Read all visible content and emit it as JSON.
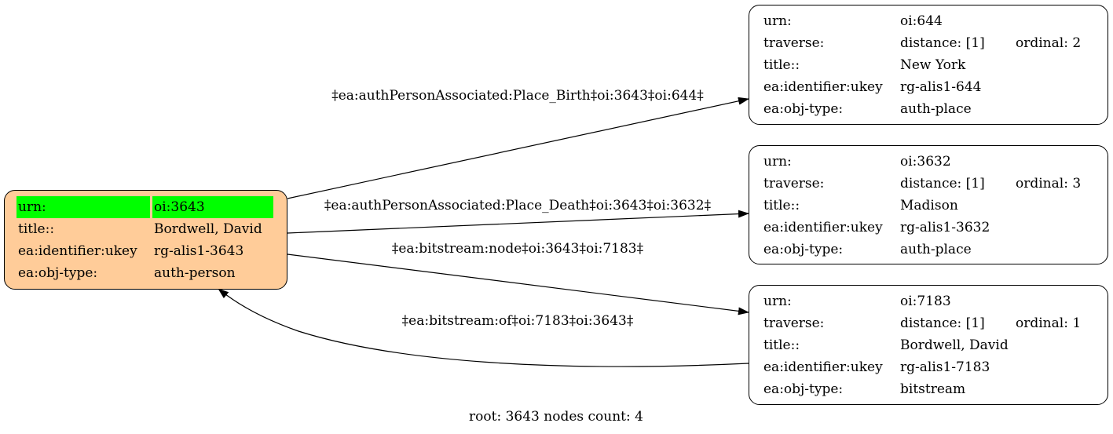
{
  "root_node": {
    "rows": [
      {
        "key": "urn:",
        "value": "oi:3643"
      },
      {
        "key": "title::",
        "value": "Bordwell, David"
      },
      {
        "key": "ea:identifier:ukey",
        "value": "rg-alis1-3643"
      },
      {
        "key": "ea:obj-type:",
        "value": "auth-person"
      }
    ],
    "fill": "#ffcc99",
    "highlight": "#00ff00"
  },
  "nodes": [
    {
      "urn_key": "urn:",
      "urn": "oi:644",
      "traverse_key": "traverse:",
      "distance": "distance: [1]",
      "ordinal": "ordinal: 2",
      "title_key": "title::",
      "title": "New York",
      "ukey_key": "ea:identifier:ukey",
      "ukey": "rg-alis1-644",
      "type_key": "ea:obj-type:",
      "type": "auth-place"
    },
    {
      "urn_key": "urn:",
      "urn": "oi:3632",
      "traverse_key": "traverse:",
      "distance": "distance: [1]",
      "ordinal": "ordinal: 3",
      "title_key": "title::",
      "title": "Madison",
      "ukey_key": "ea:identifier:ukey",
      "ukey": "rg-alis1-3632",
      "type_key": "ea:obj-type:",
      "type": "auth-place"
    },
    {
      "urn_key": "urn:",
      "urn": "oi:7183",
      "traverse_key": "traverse:",
      "distance": "distance: [1]",
      "ordinal": "ordinal: 1",
      "title_key": "title::",
      "title": "Bordwell, David",
      "ukey_key": "ea:identifier:ukey",
      "ukey": "rg-alis1-7183",
      "type_key": "ea:obj-type:",
      "type": "bitstream"
    }
  ],
  "edges": [
    {
      "label": "‡ea:authPersonAssociated:Place_Birth‡oi:3643‡oi:644‡"
    },
    {
      "label": "‡ea:authPersonAssociated:Place_Death‡oi:3643‡oi:3632‡"
    },
    {
      "label": "‡ea:bitstream:node‡oi:3643‡oi:7183‡"
    },
    {
      "label": "‡ea:bitstream:of‡oi:7183‡oi:3643‡"
    }
  ],
  "footer": "root: 3643 nodes count: 4"
}
